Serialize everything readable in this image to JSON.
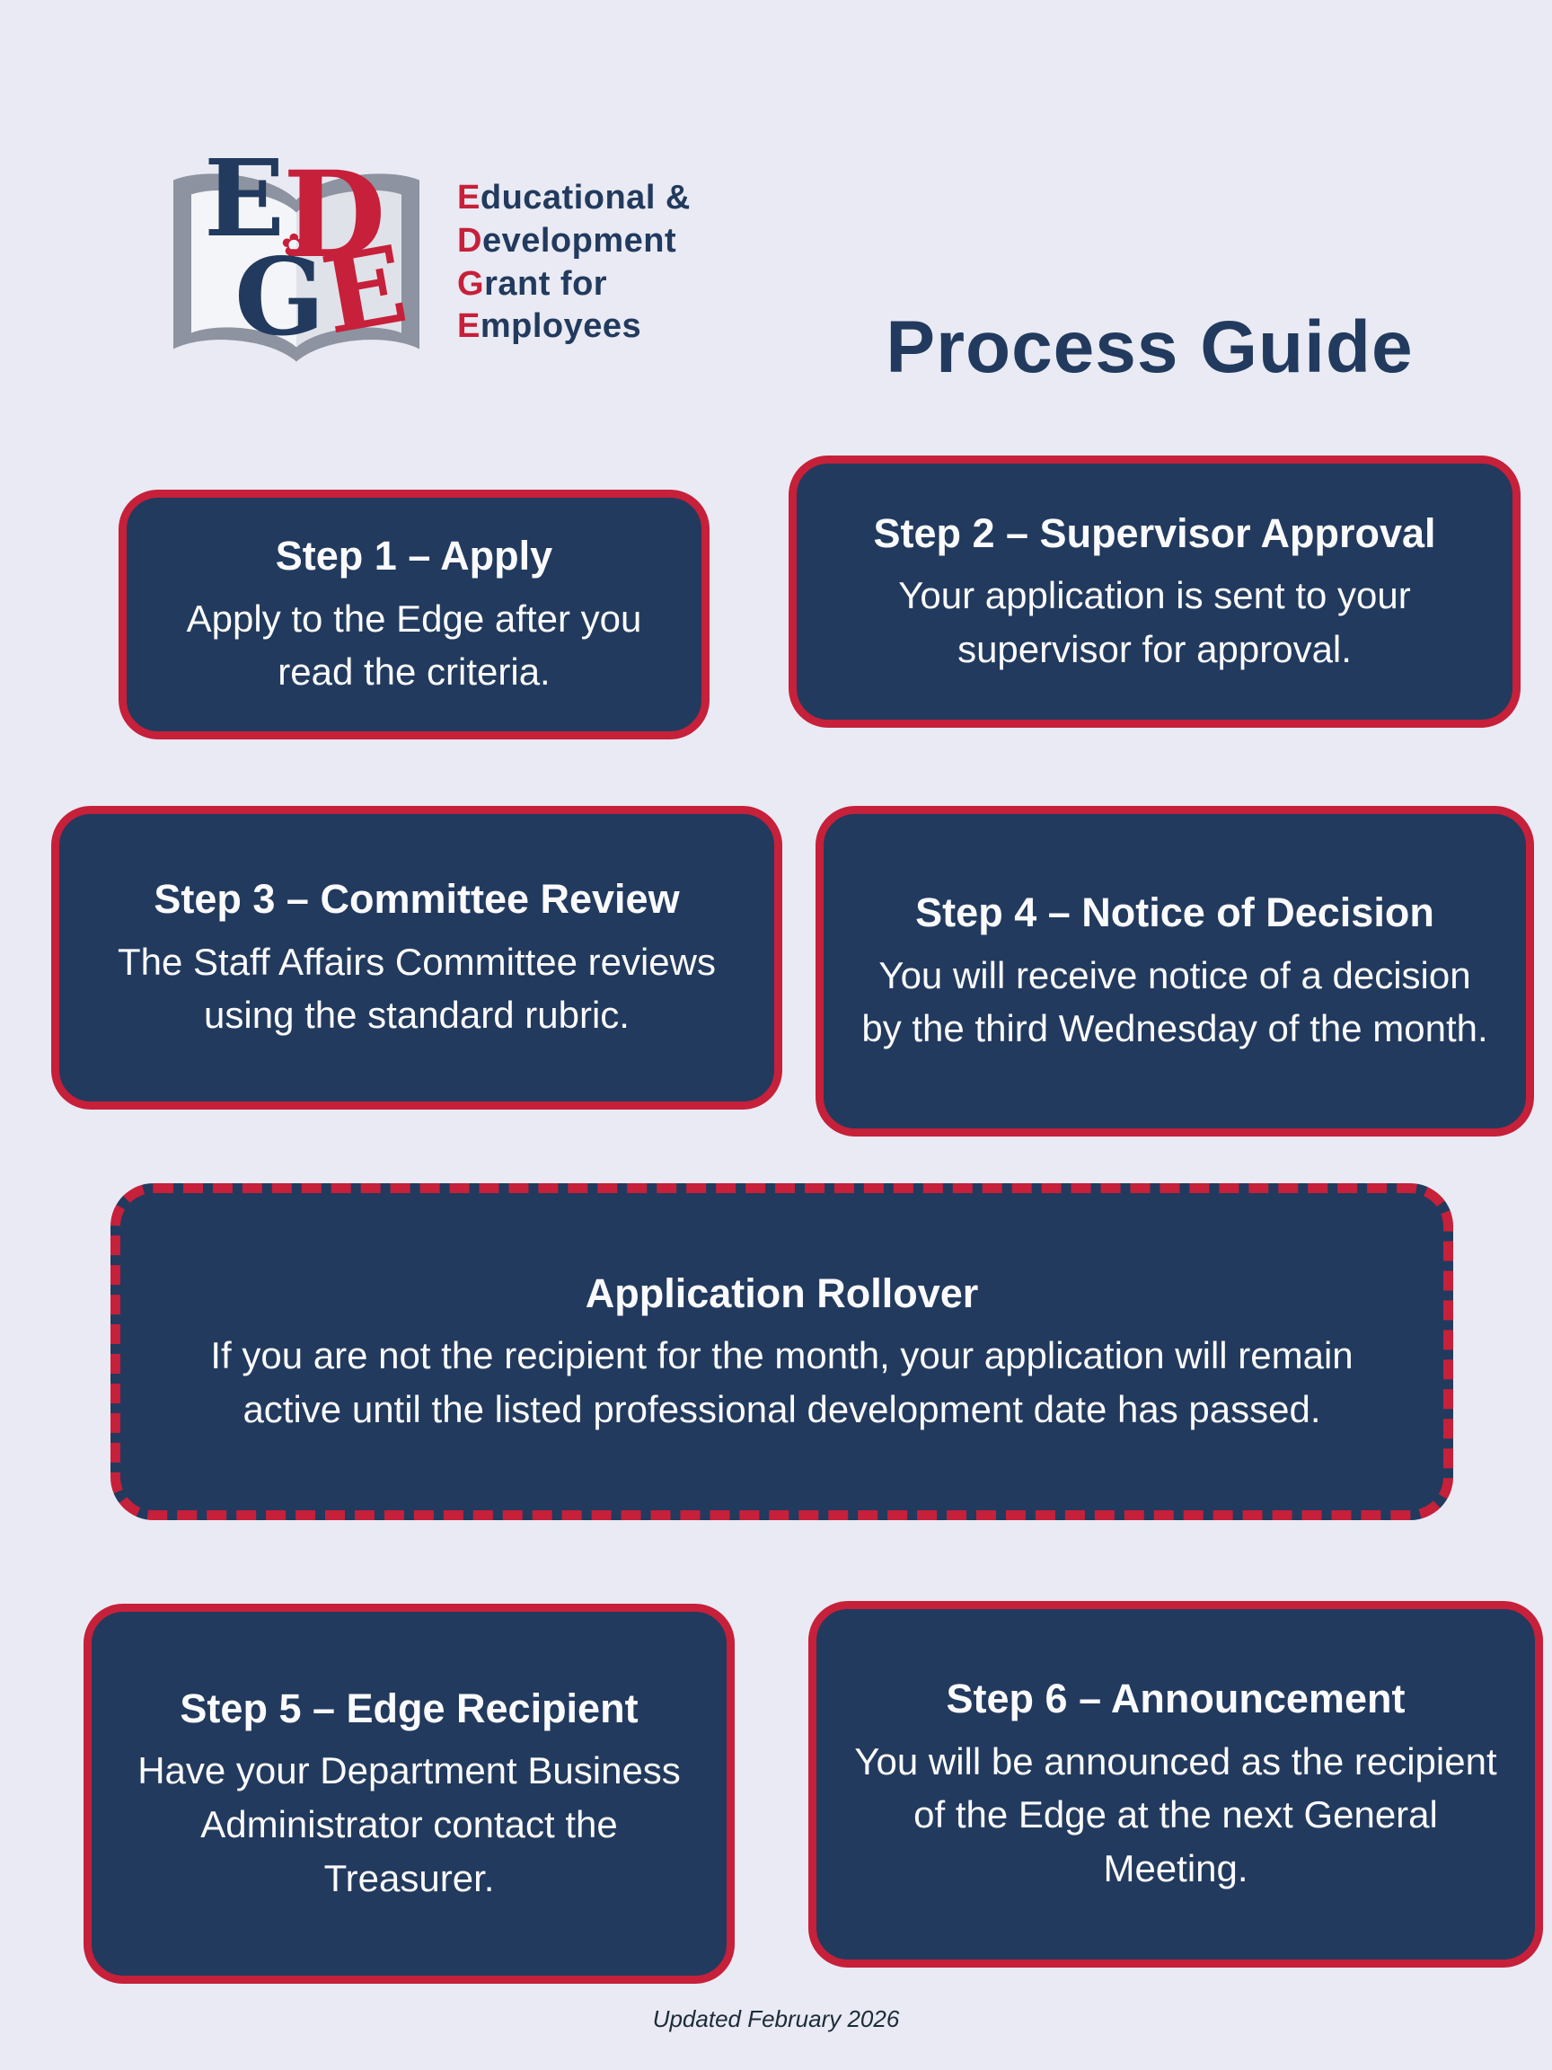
{
  "page": {
    "title": "Process Guide",
    "footer": "Updated February 2026"
  },
  "colors": {
    "background": "#e9eaf3",
    "card_fill": "#223a5e",
    "card_border": "#c6203a",
    "card_text": "#fbfbfd",
    "title_text": "#223a5e",
    "accent_red": "#c6203a"
  },
  "logo": {
    "letters": [
      "E",
      "D",
      "G",
      "E"
    ],
    "flower_icon": "✿",
    "lines": [
      {
        "initial": "E",
        "rest": "ducational &"
      },
      {
        "initial": "D",
        "rest": "evelopment"
      },
      {
        "initial": "G",
        "rest": "rant for"
      },
      {
        "initial": "E",
        "rest": "mployees"
      }
    ]
  },
  "cards": [
    {
      "id": "step-1",
      "title": "Step 1 – Apply",
      "body": "Apply to the Edge after you read the criteria."
    },
    {
      "id": "step-2",
      "title": "Step 2 – Supervisor Approval",
      "body": "Your application is sent to your supervisor for approval."
    },
    {
      "id": "step-3",
      "title": "Step 3 – Committee Review",
      "body": "The Staff Affairs Committee reviews using the standard rubric."
    },
    {
      "id": "step-4",
      "title": "Step 4 – Notice of Decision",
      "body": "You will receive notice of a decision by the third Wednesday of the month."
    },
    {
      "id": "application-rollover",
      "title": "Application Rollover",
      "body": "If you are not the recipient for the month, your application will remain active until the listed professional development date has passed."
    },
    {
      "id": "step-5",
      "title": "Step 5 – Edge Recipient",
      "body": "Have your Department Business Administrator contact the Treasurer."
    },
    {
      "id": "step-6",
      "title": "Step 6 – Announcement",
      "body": "You will be announced as the recipient of the Edge at the next General Meeting."
    }
  ]
}
